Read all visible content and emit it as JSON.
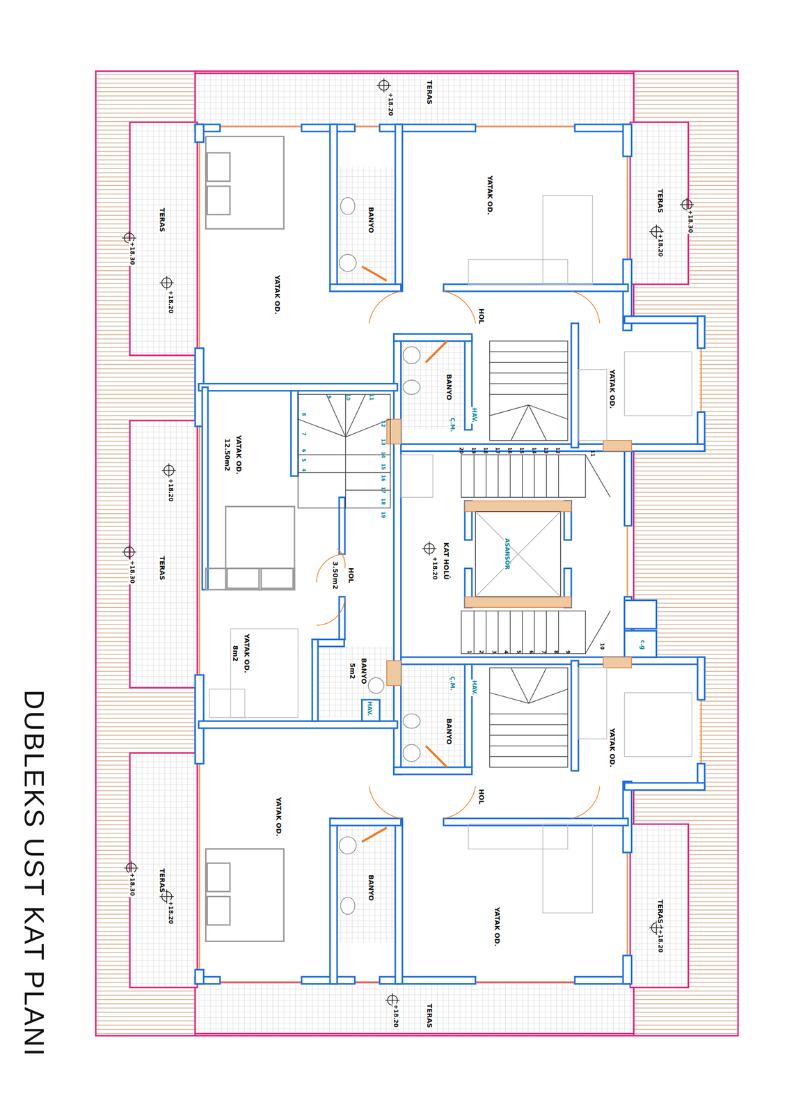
{
  "diagram": {
    "title": "DUBLEKS UST KAT PLANI",
    "labels": [
      "TERAS",
      "+18.20",
      "YATAK OD.",
      "TERAS",
      "+18.30",
      "+18.20",
      "BANYO",
      "YATAK OD.",
      "TERAS",
      "+18.30",
      "+18.20",
      "HOL",
      "YATAK OD.",
      "BANYO",
      "HAV.",
      "Ç.M.",
      "YATAK OD.",
      "12.50m2",
      "+18.20",
      "TERAS",
      "+18.30",
      "KAT HOLÜ",
      "+18.20",
      "ASANSÖR",
      "HOL",
      "3.50m2",
      "YATAK OD.",
      "8m2",
      "BANYO",
      "5m2",
      "HAV.",
      "Ç.M.",
      "HAV.",
      "BANYO",
      "HOL",
      "YATAK OD.",
      "YATAK OD.",
      "TERAS",
      "+18.30",
      "+18.20",
      "BANYO",
      "YATAK OD.",
      "TERAS",
      "+18.20",
      "+18.20",
      "TERAS",
      "c.g",
      "1",
      "2",
      "3",
      "4",
      "5",
      "6",
      "7",
      "8",
      "9",
      "10",
      "11",
      "12",
      "13",
      "14",
      "15",
      "16",
      "17",
      "18",
      "19",
      "20",
      "4",
      "5",
      "6",
      "7",
      "8",
      "9",
      "10",
      "11",
      "12",
      "13",
      "14",
      "15",
      "16",
      "17",
      "18",
      "19"
    ]
  }
}
